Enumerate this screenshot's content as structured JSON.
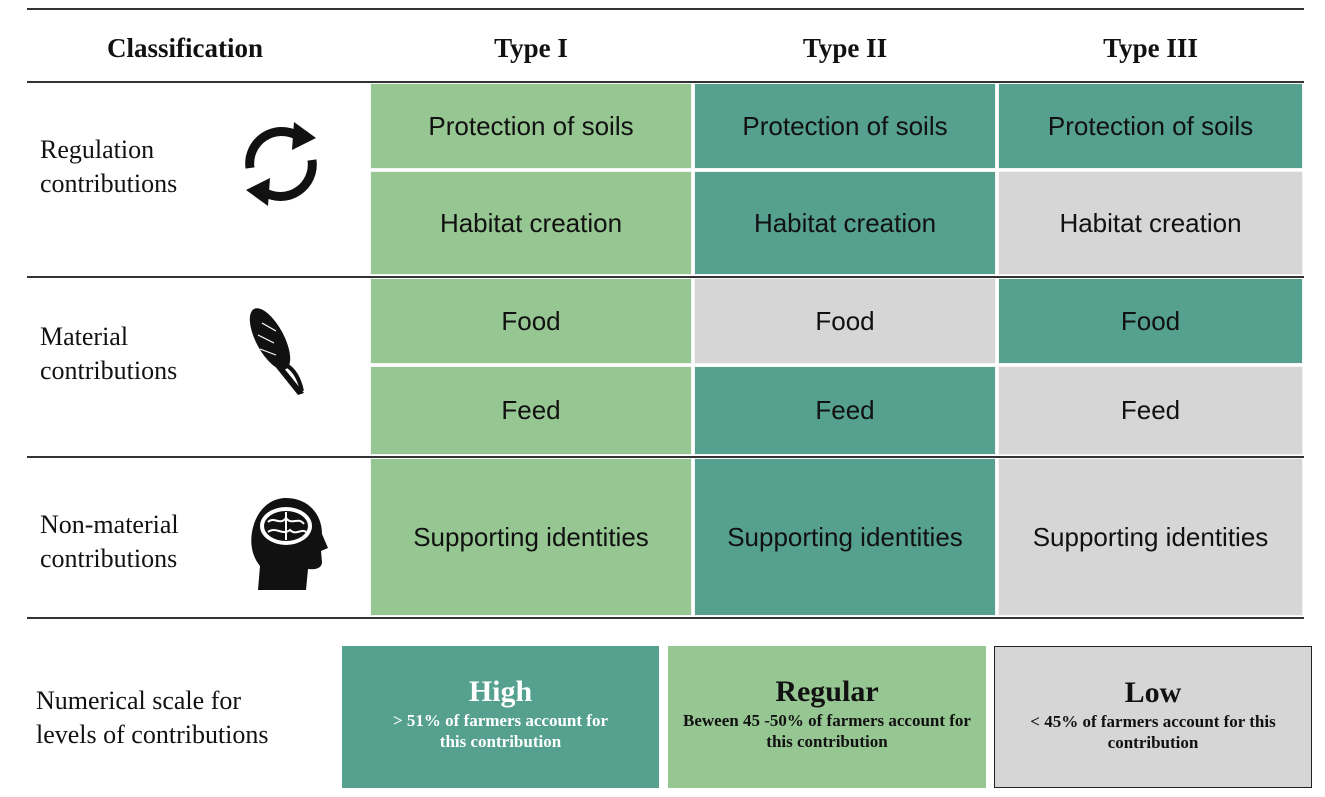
{
  "header": {
    "classification": "Classification",
    "types": [
      "Type I",
      "Type II",
      "Type III"
    ]
  },
  "colors": {
    "regular": "#96c692",
    "high": "#55a08e",
    "low": "#d6d6d6"
  },
  "rows": [
    {
      "label_line1": "Regulation",
      "label_line2": "contributions",
      "icon": "recycle-arrows-icon",
      "cells": [
        [
          "Protection of soils",
          "Protection of soils",
          "Protection of soils"
        ],
        [
          "Habitat creation",
          "Habitat creation",
          "Habitat creation"
        ]
      ],
      "levels": [
        [
          "regular",
          "high",
          "high"
        ],
        [
          "regular",
          "high",
          "low"
        ]
      ]
    },
    {
      "label_line1": "Material",
      "label_line2": "contributions",
      "icon": "corn-icon",
      "cells": [
        [
          "Food",
          "Food",
          "Food"
        ],
        [
          "Feed",
          "Feed",
          "Feed"
        ]
      ],
      "levels": [
        [
          "regular",
          "low",
          "high"
        ],
        [
          "regular",
          "high",
          "low"
        ]
      ]
    },
    {
      "label_line1": "Non-material",
      "label_line2": "contributions",
      "icon": "head-brain-icon",
      "cells": [
        [
          "Supporting identities",
          "Supporting identities",
          "Supporting identities"
        ]
      ],
      "levels": [
        [
          "regular",
          "high",
          "low"
        ]
      ]
    }
  ],
  "legend": {
    "label_line1": "Numerical scale for",
    "label_line2": "levels of contributions",
    "items": [
      {
        "title": "High",
        "desc": "> 51% of farmers  account for this contribution"
      },
      {
        "title": "Regular",
        "desc": "Beween 45 -50% of farmers  account for this contribution"
      },
      {
        "title": "Low",
        "desc": "< 45% of farmers  account for this contribution"
      }
    ]
  }
}
